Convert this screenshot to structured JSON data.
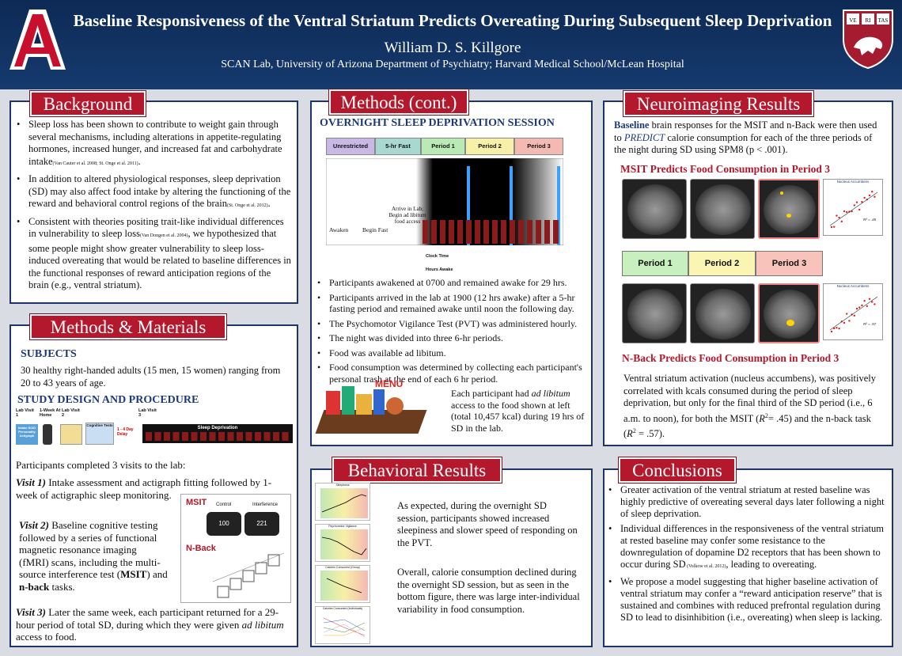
{
  "header": {
    "title": "Baseline Responsiveness of the Ventral Striatum Predicts Overeating During Subsequent Sleep Deprivation",
    "author": "William D. S. Killgore",
    "affiliation": "SCAN Lab, University of Arizona Department of Psychiatry; Harvard Medical School/McLean Hospital",
    "harvard_shield": [
      "VE",
      "RI",
      "TAS"
    ]
  },
  "background": {
    "heading": "Background",
    "bullets": [
      {
        "text": "Sleep loss has been shown to contribute to weight gain through several mechanisms, including alterations in appetite-regulating hormones, increased hunger, and increased fat and carbohydrate intake",
        "cite": "(Van Cauter et al. 2008; St. Onge et al. 2011)",
        "end": "."
      },
      {
        "text": "In addition to altered physiological responses, sleep deprivation (SD) may also affect food intake by altering the functioning of the reward and behavioral control regions of the brain",
        "cite": "(St. Onge et al. 2012)",
        "end": "."
      },
      {
        "text": "Consistent with theories positing trait-like individual differences in vulnerability to sleep loss",
        "cite": "(Van Dongen et al. 2004)",
        "end": ", we hypothesized that some people might show greater vulnerability to sleep loss-induced overeating that would be related to baseline differences in the functional responses of reward anticipation regions of the brain (e.g., ventral striatum)."
      }
    ]
  },
  "methods": {
    "heading": "Methods & Materials",
    "subjects_heading": "SUBJECTS",
    "subjects_text": "30 healthy right-handed adults (15 men, 15 women) ranging from 20 to 43 years of age.",
    "design_heading": "STUDY DESIGN AND PROCEDURE",
    "timeline": {
      "lab1": "Lab Visit 1",
      "week": "1-Week At Home",
      "lab2": "Lab Visit 2",
      "lab3": "Lab Visit 3",
      "intake": "Intake SCID Personality Actigraph",
      "cog": "Cognitive Tests",
      "delay": "1 - 4 Day Delay",
      "sd": "Sleep Deprivation"
    },
    "visits_intro": "Participants completed 3 visits to the lab:",
    "visit1_label": "Visit 1)",
    "visit1_text": " Intake assessment and actigraph fitting followed by 1-week of actigraphic sleep monitoring.",
    "visit2_label": "Visit 2)",
    "visit2_text_a": " Baseline cognitive testing followed by a series of functional magnetic resonance imaging (fMRI) scans, including the multi-source interference test (",
    "visit2_msit": "MSIT",
    "visit2_text_b": ") and ",
    "visit2_nback": "n-back",
    "visit2_text_c": " tasks.",
    "visit3_label": "Visit 3)",
    "visit3_text_a": " Later the same week, each participant returned for a 29-hour period of total SD, during which they were given ",
    "visit3_italic": "ad libitum",
    "visit3_text_b": " access to food.",
    "msit_fig": {
      "msit": "MSIT",
      "control": "Control",
      "interference": "Interference",
      "c_val": "100",
      "i_val": "221",
      "nback": "N-Back"
    }
  },
  "methods_cont": {
    "heading": "Methods (cont.)",
    "sub": "OVERNIGHT SLEEP DEPRIVATION SESSION",
    "phases": [
      "Unrestricted",
      "5-hr Fast",
      "Period 1",
      "Period 2",
      "Period 3"
    ],
    "phase_colors": [
      "#c9b8e6",
      "#a8d8d2",
      "#b9eab3",
      "#f7f0a6",
      "#f4b9b1"
    ],
    "annot": {
      "awaken": "Awaken",
      "fast": "Begin Fast",
      "arrive": "Arrive in Lab; Begin ad libitum food access"
    },
    "clock_label": "Clock Time",
    "hours_label": "Hours Awake",
    "bullets": [
      "Participants awakened at 0700 and remained awake for 29 hrs.",
      "Participants arrived in the lab at 1900 (12 hrs awake) after a 5-hr fasting period and remained awake until noon the following day.",
      "The Psychomotor Vigilance Test (PVT) was administered hourly.",
      "The night was divided into three 6-hr periods.",
      "Food was available ad libitum.",
      "Food consumption was determined by collecting each participant's personal trash at the end of each 6 hr period."
    ],
    "menu": "MENU",
    "food_text_a": "Each participant had ",
    "food_italic": "ad libitum",
    "food_text_b": " access to the food shown at left (total 10,457 kcal) during 19 hrs of SD in the lab."
  },
  "behavioral": {
    "heading": "Behavioral Results",
    "graph_titles": [
      "Sleepiness",
      "Psychomotor Vigilance",
      "Calories Consumed (Group)",
      "Calories Consumed (Individuals)"
    ],
    "para1": "As expected, during the overnight SD session, participants showed increased sleepiness and slower speed of responding on the PVT.",
    "para2": "Overall, calorie consumption declined during the overnight SD session, but as seen in the bottom figure, there was large inter-individual variability in food consumption."
  },
  "neuro": {
    "heading": "Neuroimaging Results",
    "intro_bold": "Baseline",
    "intro_a": " brain responses for the MSIT and n-Back were then used to ",
    "intro_italic": "PREDICT",
    "intro_b": " calorie consumption for each of the three periods of the night during SD using SPM8 (p < .001).",
    "msit_heading": "MSIT Predicts Food Consumption in Period 3",
    "nback_heading": "N-Back Predicts Food Consumption in Period 3",
    "periods": [
      "Period 1",
      "Period 2",
      "Period 3"
    ],
    "scatter_title": "Nucleus Accumbens",
    "r2_msit": "R² = .45",
    "r2_nback": "R² = .57",
    "conclusion_a": "Ventral striatum activation (nucleus accumbens), was positively correlated with kcals consumed during the period of sleep deprivation, but only for the final third of the SD period (i.e., 6 a.m. to noon), for both the MSIT (",
    "r2a": "R",
    "r2a_val": "2",
    "conclusion_b": "= .45) and the n-back task (",
    "conclusion_c": " = .57)."
  },
  "conclusions": {
    "heading": "Conclusions",
    "bullets": [
      {
        "text": "Greater activation of the ventral striatum at rested baseline was highly predictive of overeating several days later following a night of sleep deprivation.",
        "cite": "",
        "end": ""
      },
      {
        "text": "Individual differences in the responsiveness of the ventral striatum at rested baseline may confer some resistance to the downregulation of dopamine D2 receptors that has been shown to occur during SD",
        "cite": " (Volkow et al. 2012)",
        "end": ", leading to overeating."
      },
      {
        "text": "We propose a model suggesting that higher baseline activation of ventral striatum may confer a “reward anticipation reserve” that is sustained and combines with reduced prefrontal regulation during SD to lead to disinhibition (i.e., overeating) when sleep is lacking.",
        "cite": "",
        "end": ""
      }
    ]
  }
}
